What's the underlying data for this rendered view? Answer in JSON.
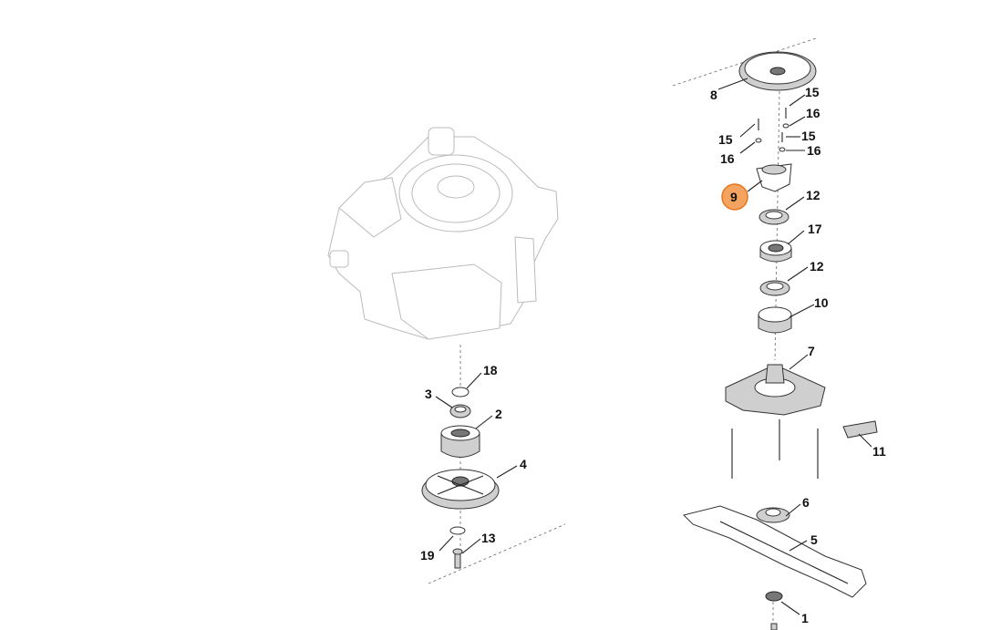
{
  "diagram": {
    "highlight_color": "#f4a460",
    "highlight_stroke": "#e8741a",
    "callouts": [
      {
        "id": "c1",
        "label": "1"
      },
      {
        "id": "c2",
        "label": "2"
      },
      {
        "id": "c3",
        "label": "3"
      },
      {
        "id": "c4",
        "label": "4"
      },
      {
        "id": "c5",
        "label": "5"
      },
      {
        "id": "c6",
        "label": "6"
      },
      {
        "id": "c7",
        "label": "7"
      },
      {
        "id": "c8",
        "label": "8"
      },
      {
        "id": "c9",
        "label": "9",
        "highlighted": true
      },
      {
        "id": "c10",
        "label": "10"
      },
      {
        "id": "c11",
        "label": "11"
      },
      {
        "id": "c12a",
        "label": "12"
      },
      {
        "id": "c12b",
        "label": "12"
      },
      {
        "id": "c13",
        "label": "13"
      },
      {
        "id": "c15a",
        "label": "15"
      },
      {
        "id": "c15b",
        "label": "15"
      },
      {
        "id": "c15c",
        "label": "15"
      },
      {
        "id": "c16a",
        "label": "16"
      },
      {
        "id": "c16b",
        "label": "16"
      },
      {
        "id": "c16c",
        "label": "16"
      },
      {
        "id": "c17",
        "label": "17"
      },
      {
        "id": "c18",
        "label": "18"
      },
      {
        "id": "c19",
        "label": "19"
      }
    ]
  }
}
